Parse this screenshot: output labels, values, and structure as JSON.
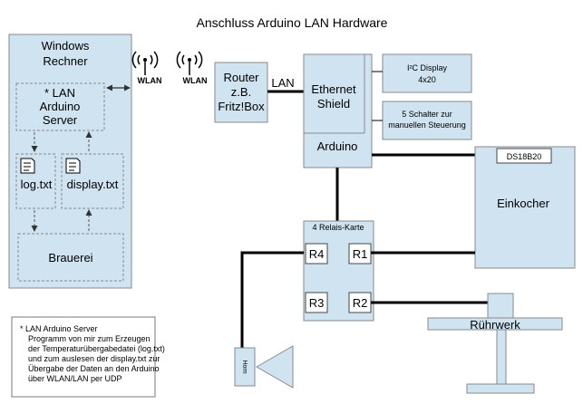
{
  "title": "Anschluss Arduino LAN Hardware",
  "pc": {
    "title_line1": "Windows",
    "title_line2": "Rechner",
    "server_line1": "* LAN",
    "server_line2": "Arduino",
    "server_line3": "Server",
    "log_file": "log.txt",
    "display_file": "display.txt",
    "brewery": "Brauerei"
  },
  "wlan_label": "WLAN",
  "router": {
    "line1": "Router",
    "line2": "z.B.",
    "line3": "Fritz!Box"
  },
  "lan_label": "LAN",
  "arduino": {
    "shield_line1": "Ethernet",
    "shield_line2": "Shield",
    "label": "Arduino"
  },
  "i2c_display": {
    "line1": "I²C Display",
    "line2": "4x20"
  },
  "switches": {
    "line1": "5 Schalter zur",
    "line2": "manuellen Steuerung"
  },
  "sensor": "DS18B20",
  "cooker": "Einkocher",
  "relay_card": {
    "title": "4 Relais-Karte",
    "r1": "R1",
    "r2": "R2",
    "r3": "R3",
    "r4": "R4"
  },
  "stirrer": "Rührwerk",
  "horn": "Horn",
  "footnote": {
    "line1": "* LAN Arduino Server",
    "line2": "Programm von mir zum Erzeugen",
    "line3": "der Temperaturübergabedatei (log.txt)",
    "line4": "und zum auslesen der display.txt zur",
    "line5": "Übergabe der Daten an den Arduino",
    "line6": "über WLAN/LAN per UDP"
  }
}
